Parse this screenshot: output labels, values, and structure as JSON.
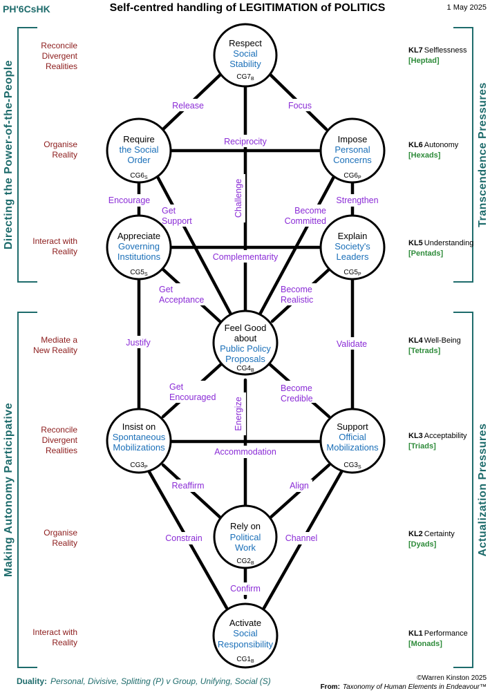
{
  "header": {
    "code": "PH'6CsHK",
    "title": "Self-centred handling of LEGITIMATION of POLITICS",
    "date": "1 May 2025"
  },
  "left_axis": {
    "upper_title": "Directing the Power-of-the-People",
    "lower_title": "Making Autonomy Participative",
    "labels": [
      {
        "line1": "Reconcile",
        "line2": "Divergent",
        "line3": "Realities"
      },
      {
        "line1": "Organise",
        "line2": "Reality"
      },
      {
        "line1": "Interact with",
        "line2": "Reality"
      },
      {
        "line1": "Mediate a",
        "line2": "New Reality"
      },
      {
        "line1": "Reconcile",
        "line2": "Divergent",
        "line3": "Realities"
      },
      {
        "line1": "Organise",
        "line2": "Reality"
      },
      {
        "line1": "Interact with",
        "line2": "Reality"
      }
    ]
  },
  "right_axis": {
    "upper_title": "Transcendence Pressures",
    "lower_title": "Actualization Pressures",
    "levels": [
      {
        "code": "KL7",
        "name": "Selflessness",
        "group": "[Heptad]"
      },
      {
        "code": "KL6",
        "name": "Autonomy",
        "group": "[Hexads]"
      },
      {
        "code": "KL5",
        "name": "Understanding",
        "group": "[Pentads]"
      },
      {
        "code": "KL4",
        "name": "Well-Being",
        "group": "[Tetrads]"
      },
      {
        "code": "KL3",
        "name": "Acceptability",
        "group": "[Triads]"
      },
      {
        "code": "KL2",
        "name": "Certainty",
        "group": "[Dyads]"
      },
      {
        "code": "KL1",
        "name": "Performance",
        "group": "[Monads]"
      }
    ]
  },
  "nodes": {
    "cg7": {
      "verb": "Respect",
      "obj1": "Social",
      "obj2": "Stability",
      "code": "CG7",
      "sub": "B"
    },
    "cg6s": {
      "verb": "Require",
      "obj1": "the Social",
      "obj2": "Order",
      "code": "CG6",
      "sub": "S"
    },
    "cg6p": {
      "verb": "Impose",
      "obj1": "Personal",
      "obj2": "Concerns",
      "code": "CG6",
      "sub": "P"
    },
    "cg5s": {
      "verb": "Appreciate",
      "obj1": "Governing",
      "obj2": "Institutions",
      "code": "CG5",
      "sub": "S"
    },
    "cg5p": {
      "verb": "Explain",
      "obj1": "Society's",
      "obj2": "Leaders",
      "code": "CG5",
      "sub": "P"
    },
    "cg4": {
      "verb1": "Feel Good",
      "verb2": "about",
      "obj1": "Public Policy",
      "obj2": "Proposals",
      "code": "CG4",
      "sub": "B"
    },
    "cg3p": {
      "verb": "Insist on",
      "obj1": "Spontaneous",
      "obj2": "Mobilizations",
      "code": "CG3",
      "sub": "P"
    },
    "cg3s": {
      "verb": "Support",
      "obj1": "Official",
      "obj2": "Mobilizations",
      "code": "CG3",
      "sub": "S"
    },
    "cg2": {
      "verb": "Rely on",
      "obj1": "Political",
      "obj2": "Work",
      "code": "CG2",
      "sub": "B"
    },
    "cg1": {
      "verb": "Activate",
      "obj1": "Social",
      "obj2": "Responsibility",
      "code": "CG1",
      "sub": "B"
    }
  },
  "edges": {
    "release": "Release",
    "focus": "Focus",
    "reciprocity": "Reciprocity",
    "challenge": "Challenge",
    "encourage": "Encourage",
    "get_support_1": "Get",
    "get_support_2": "Support",
    "become_committed_1": "Become",
    "become_committed_2": "Committed",
    "strengthen": "Strengthen",
    "complementarity": "Complementarity",
    "get_acceptance_1": "Get",
    "get_acceptance_2": "Acceptance",
    "become_realistic_1": "Become",
    "become_realistic_2": "Realistic",
    "justify": "Justify",
    "validate": "Validate",
    "get_encouraged_1": "Get",
    "get_encouraged_2": "Encouraged",
    "become_credible_1": "Become",
    "become_credible_2": "Credible",
    "energize": "Energize",
    "accommodation": "Accommodation",
    "reaffirm": "Reaffirm",
    "align": "Align",
    "constrain": "Constrain",
    "channel": "Channel",
    "confirm": "Confirm"
  },
  "footer": {
    "duality_label": "Duality:",
    "duality_text": "Personal, Divisive, Splitting (P)  v  Group, Unifying, Social (S)",
    "copyright": "©Warren Kinston 2025",
    "from_label": "From:",
    "from_text": "Taxonomy of Human Elements in Endeavour™"
  },
  "colors": {
    "teal": "#1d6b6b",
    "dark_red": "#8b1a1a",
    "purple": "#8a2bd6",
    "blue": "#1a6fb8",
    "green": "#2e8b3a"
  }
}
